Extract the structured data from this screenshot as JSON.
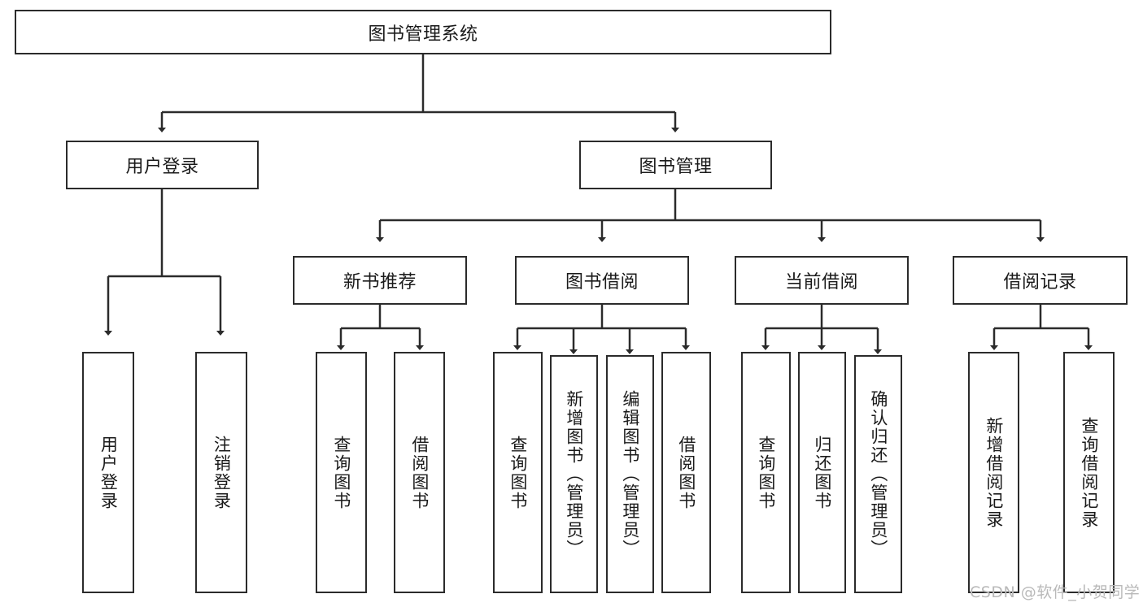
{
  "diagram": {
    "type": "tree-hierarchy-chart",
    "title": "图书管理系统",
    "stroke_color": "#2b2b2b",
    "background_color": "#ffffff",
    "levels": 4,
    "root": {
      "id": "root",
      "label": "图书管理系统",
      "orientation": "horizontal"
    },
    "level1": [
      {
        "id": "user-login",
        "label": "用户登录",
        "orientation": "horizontal"
      },
      {
        "id": "book-manage",
        "label": "图书管理",
        "orientation": "horizontal"
      }
    ],
    "level2": [
      {
        "id": "new-book-recommend",
        "label": "新书推荐",
        "orientation": "horizontal",
        "parent": "book-manage"
      },
      {
        "id": "book-borrow",
        "label": "图书借阅",
        "orientation": "horizontal",
        "parent": "book-manage"
      },
      {
        "id": "current-borrow",
        "label": "当前借阅",
        "orientation": "horizontal",
        "parent": "book-manage"
      },
      {
        "id": "borrow-record",
        "label": "借阅记录",
        "orientation": "horizontal",
        "parent": "book-manage"
      }
    ],
    "leaves": [
      {
        "id": "leaf-user-login",
        "label": "用户登录",
        "parent": "user-login",
        "orientation": "vertical"
      },
      {
        "id": "leaf-user-logout",
        "label": "注销登录",
        "parent": "user-login",
        "orientation": "vertical"
      },
      {
        "id": "leaf-query-book-1",
        "label": "查询图书",
        "parent": "new-book-recommend",
        "orientation": "vertical"
      },
      {
        "id": "leaf-borrow-book-1",
        "label": "借阅图书",
        "parent": "new-book-recommend",
        "orientation": "vertical"
      },
      {
        "id": "leaf-query-book-2",
        "label": "查询图书",
        "parent": "book-borrow",
        "orientation": "vertical"
      },
      {
        "id": "leaf-add-book",
        "label": "新增图书（管理员）",
        "parent": "book-borrow",
        "orientation": "vertical"
      },
      {
        "id": "leaf-edit-book",
        "label": "编辑图书（管理员）",
        "parent": "book-borrow",
        "orientation": "vertical"
      },
      {
        "id": "leaf-borrow-book-2",
        "label": "借阅图书",
        "parent": "book-borrow",
        "orientation": "vertical"
      },
      {
        "id": "leaf-query-book-3",
        "label": "查询图书",
        "parent": "current-borrow",
        "orientation": "vertical"
      },
      {
        "id": "leaf-return-book",
        "label": "归还图书",
        "parent": "current-borrow",
        "orientation": "vertical"
      },
      {
        "id": "leaf-confirm-return",
        "label": "确认归还（管理员）",
        "parent": "current-borrow",
        "orientation": "vertical"
      },
      {
        "id": "leaf-add-record",
        "label": "新增借阅记录",
        "parent": "borrow-record",
        "orientation": "vertical"
      },
      {
        "id": "leaf-query-record",
        "label": "查询借阅记录",
        "parent": "borrow-record",
        "orientation": "vertical"
      }
    ]
  },
  "watermark": {
    "text": "CSDN @软件_小贺同学",
    "color": "#b9b9b9"
  }
}
